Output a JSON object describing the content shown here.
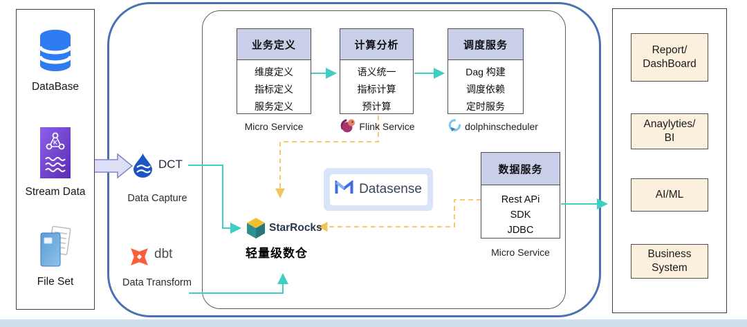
{
  "sources": {
    "items": [
      {
        "label": "DataBase"
      },
      {
        "label": "Stream Data"
      },
      {
        "label": "File Set"
      }
    ]
  },
  "ingest": {
    "dct": {
      "name": "DCT",
      "caption": "Data Capture"
    },
    "dbt": {
      "name": "dbt",
      "caption": "Data Transform"
    }
  },
  "service_boxes": [
    {
      "header": "业务定义",
      "rows": [
        "维度定义",
        "指标定义",
        "服务定义"
      ],
      "caption": "Micro Service"
    },
    {
      "header": "计算分析",
      "rows": [
        "语义统一",
        "指标计算",
        "预计算"
      ],
      "caption": "Flink Service"
    },
    {
      "header": "调度服务",
      "rows": [
        "Dag 构建",
        "调度依赖",
        "定时服务"
      ],
      "caption": "dolphinscheduler"
    }
  ],
  "data_service": {
    "header": "数据服务",
    "rows": [
      "Rest APi",
      "SDK",
      "JDBC"
    ],
    "caption": "Micro Service"
  },
  "platform": {
    "name": "Datasense"
  },
  "warehouse": {
    "name": "StarRocks",
    "caption": "轻量级数仓"
  },
  "consumers": [
    {
      "label": "Report/\nDashBoard"
    },
    {
      "label": "Anaylyties/\nBI"
    },
    {
      "label": "AI/ML"
    },
    {
      "label": "Business\nSystem"
    }
  ],
  "colors": {
    "teal_arrow": "#3ecfc2",
    "dashed_arrow": "#f2c45f",
    "outer_border": "#4a72b2",
    "header_lavender": "#c9cee9",
    "consumer_cream": "#fbf0de",
    "bottom_bar": "#d0dfee",
    "database_blue": "#2f7bf0",
    "dbt_orange": "#fd5e3a",
    "dct_blue": "#1c54c4",
    "datasense_blue": "#3d6de4",
    "starrocks_teal": "#2f8e8e",
    "starrocks_yellow": "#f2c12e"
  }
}
